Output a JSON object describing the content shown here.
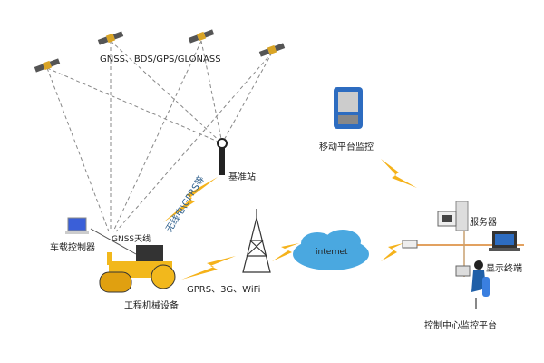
{
  "labels": {
    "satellites": "GNSS、BDS/GPS/GLONASS",
    "base_station": "基准站",
    "radio_link": "无线电\\GPRS等",
    "gnss_antenna": "GNSS天线",
    "vehicle_controller": "车载控制器",
    "machinery": "工程机械设备",
    "wireless_link": "GPRS、3G、WiFi",
    "internet": "internet",
    "mobile_monitoring": "移动平台监控",
    "server": "服务器",
    "display_terminal": "显示终端",
    "control_center": "控制中心监控平台"
  },
  "colors": {
    "lightning": "#f5b21a",
    "cable": "#d9822b",
    "cloud": "#4aa8e0",
    "machine": "#f2b81c"
  }
}
